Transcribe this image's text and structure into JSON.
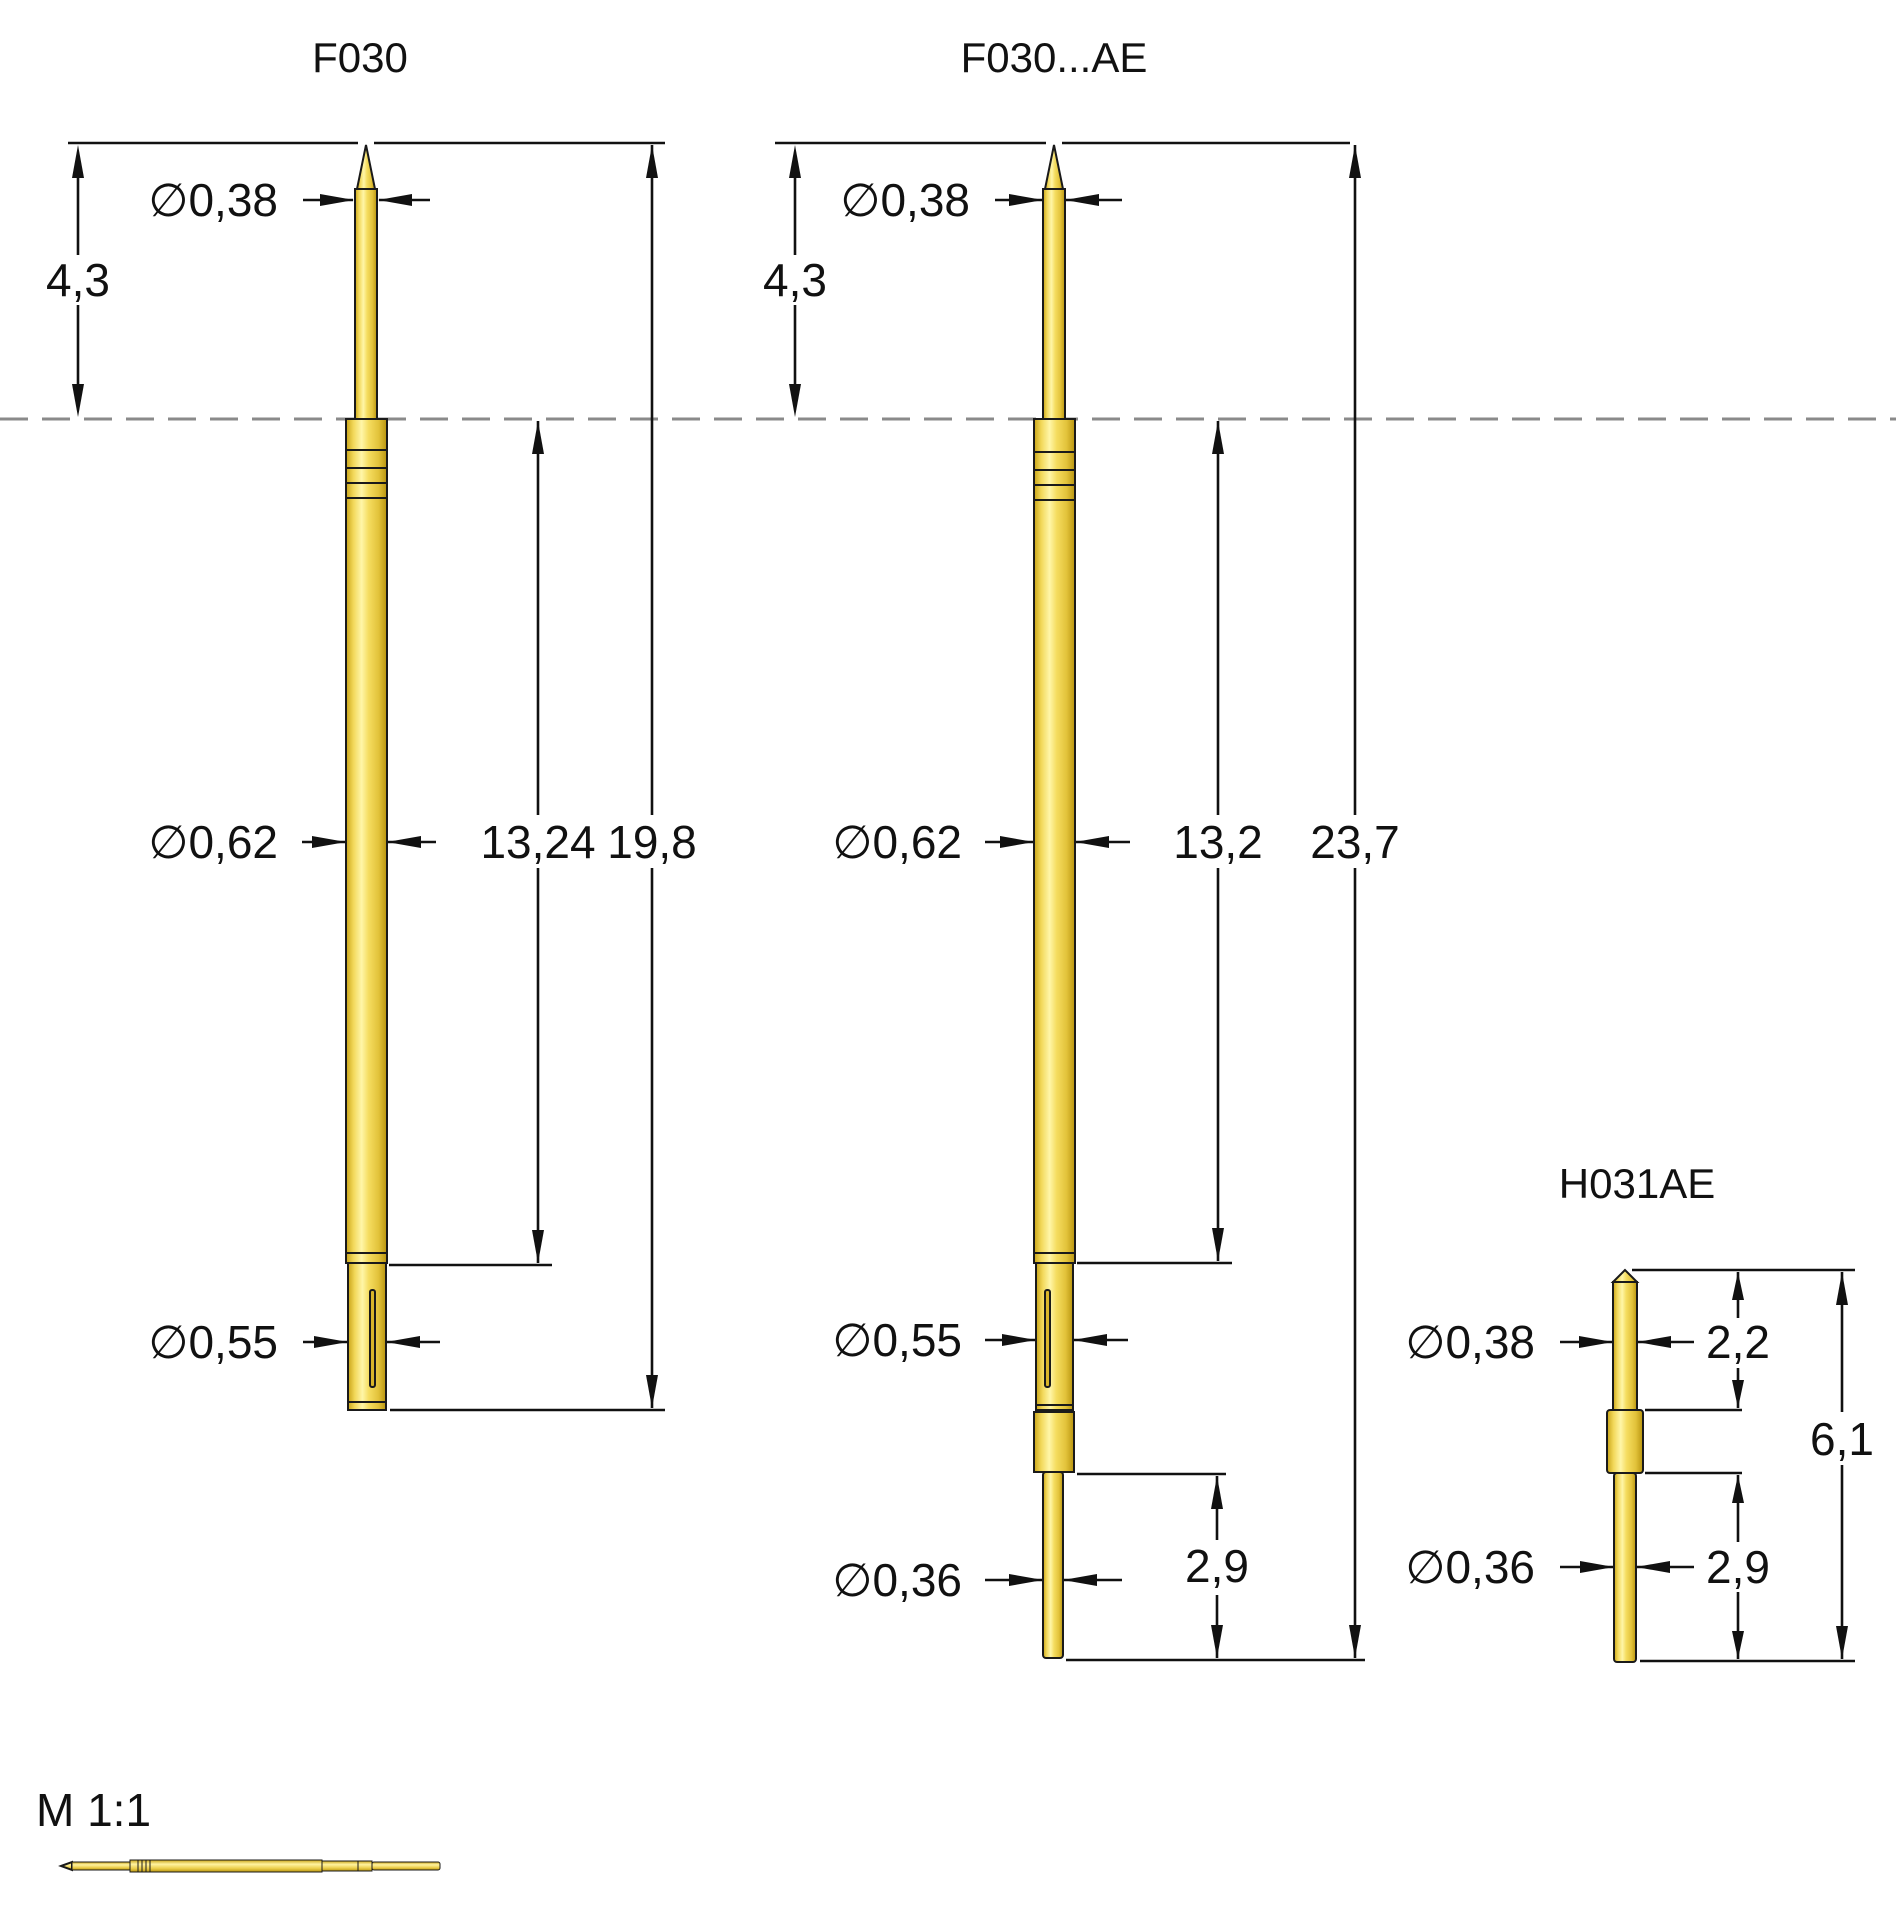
{
  "drawing": {
    "colors": {
      "gold_light": "#fff49a",
      "gold_mid": "#f2d85a",
      "gold_dark": "#c9a417",
      "line": "#111111",
      "dashed_line": "#8a8a8a",
      "background": "#ffffff"
    },
    "reference_line": "dashed",
    "probes": [
      {
        "title": "F030",
        "dimensions": {
          "tip_length": "4,3",
          "tip_diameter": "∅0,38",
          "barrel_diameter": "∅0,62",
          "tail_diameter": "∅0,55",
          "barrel_length": "13,24",
          "total_length": "19,8"
        }
      },
      {
        "title": "F030...AE",
        "dimensions": {
          "tip_length": "4,3",
          "tip_diameter": "∅0,38",
          "barrel_diameter": "∅0,62",
          "tail_diameter": "∅0,55",
          "pin_diameter": "∅0,36",
          "barrel_length": "13,2",
          "pin_length": "2,9",
          "total_length": "23,7"
        }
      },
      {
        "title": "H031AE",
        "dimensions": {
          "upper_diameter": "∅0,38",
          "lower_diameter": "∅0,36",
          "upper_length": "2,2",
          "lower_length": "2,9",
          "total_length": "6,1"
        }
      }
    ],
    "scale_label": "M 1:1"
  }
}
